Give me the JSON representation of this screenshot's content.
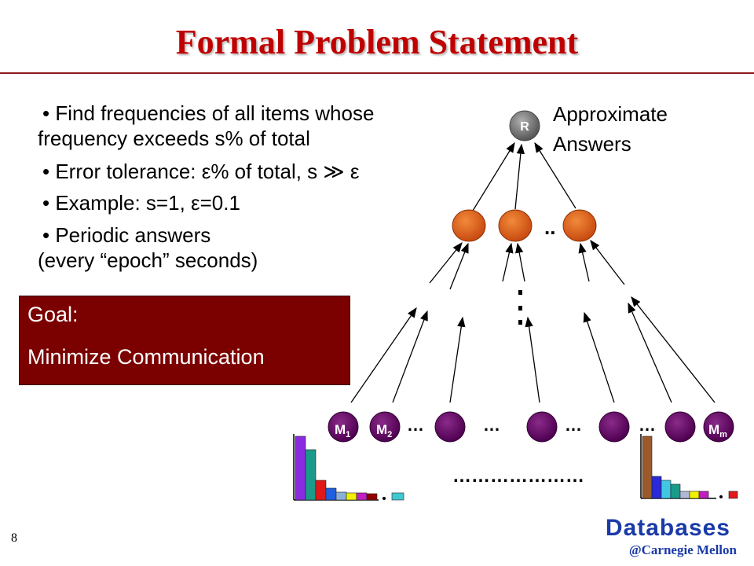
{
  "slide": {
    "title": "Formal Problem Statement",
    "number": "8"
  },
  "bullets": [
    {
      "line1": "• Find frequencies of all items whose",
      "line2": "frequency exceeds  s% of total"
    },
    {
      "line1": "• Error tolerance: ε% of total, s ≫ ε"
    },
    {
      "line1": "• Example: s=1, ε=0.1"
    },
    {
      "line1": "• Periodic answers",
      "line2": "(every “epoch” seconds)"
    }
  ],
  "goal_box": {
    "heading": "Goal:",
    "text": "Minimize Communication"
  },
  "diagram": {
    "root_label": "R",
    "answers_label": {
      "line1": "Approximate",
      "line2": "Answers"
    },
    "leaf_labels": {
      "first_main": "M",
      "first_sub": "1",
      "second_main": "M",
      "second_sub": "2",
      "last_main": "M",
      "last_sub": "m"
    },
    "ellipsis_small": "…",
    "ellipsis_mid": "..",
    "ellipsis_dots": "…………………",
    "colors": {
      "root": "#707070",
      "mid_nodes": "#e0601a",
      "leaf_nodes": "#6a0f6a",
      "arrows": "#000000"
    }
  },
  "footer": {
    "brand": "Databases",
    "sub": "@Carnegie Mellon"
  }
}
